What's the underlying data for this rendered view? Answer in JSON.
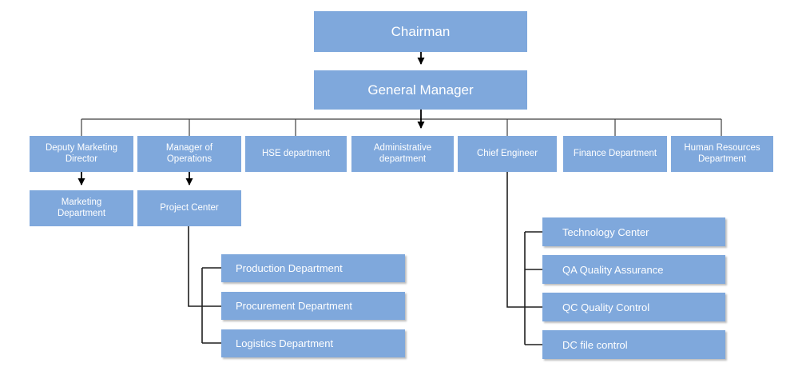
{
  "nodes": {
    "chairman": {
      "label": "Chairman"
    },
    "general_manager": {
      "label": "General Manager"
    },
    "deputy_marketing_director": {
      "label": "Deputy Marketing\nDirector"
    },
    "manager_of_operations": {
      "label": "Manager of\nOperations"
    },
    "hse_department": {
      "label": "HSE department"
    },
    "administrative_department": {
      "label": "Administrative\ndepartment"
    },
    "chief_engineer": {
      "label": "Chief Engineer"
    },
    "finance_department": {
      "label": "Finance Department"
    },
    "human_resources_department": {
      "label": "Human Resources\nDepartment"
    },
    "marketing_department": {
      "label": "Marketing\nDepartment"
    },
    "project_center": {
      "label": "Project Center"
    },
    "production_department": {
      "label": "Production Department"
    },
    "procurement_department": {
      "label": "Procurement Department"
    },
    "logistics_department": {
      "label": "Logistics Department"
    },
    "technology_center": {
      "label": "Technology Center"
    },
    "qa_quality_assurance": {
      "label": "QA Quality Assurance"
    },
    "qc_quality_control": {
      "label": "QC Quality Control"
    },
    "dc_file_control": {
      "label": "DC file control"
    }
  },
  "hierarchy": {
    "edges": [
      {
        "from": "chairman",
        "to": "general_manager",
        "style": "arrow"
      },
      {
        "from": "general_manager",
        "to": "deputy_marketing_director",
        "style": "line"
      },
      {
        "from": "general_manager",
        "to": "manager_of_operations",
        "style": "line"
      },
      {
        "from": "general_manager",
        "to": "hse_department",
        "style": "line"
      },
      {
        "from": "general_manager",
        "to": "administrative_department",
        "style": "arrow"
      },
      {
        "from": "general_manager",
        "to": "chief_engineer",
        "style": "line"
      },
      {
        "from": "general_manager",
        "to": "finance_department",
        "style": "line"
      },
      {
        "from": "general_manager",
        "to": "human_resources_department",
        "style": "line"
      },
      {
        "from": "deputy_marketing_director",
        "to": "marketing_department",
        "style": "arrow"
      },
      {
        "from": "manager_of_operations",
        "to": "project_center",
        "style": "arrow"
      },
      {
        "from": "project_center",
        "to": "production_department",
        "style": "line"
      },
      {
        "from": "project_center",
        "to": "procurement_department",
        "style": "line"
      },
      {
        "from": "project_center",
        "to": "logistics_department",
        "style": "line"
      },
      {
        "from": "chief_engineer",
        "to": "technology_center",
        "style": "line"
      },
      {
        "from": "chief_engineer",
        "to": "qa_quality_assurance",
        "style": "line"
      },
      {
        "from": "chief_engineer",
        "to": "qc_quality_control",
        "style": "line"
      },
      {
        "from": "chief_engineer",
        "to": "dc_file_control",
        "style": "line"
      }
    ]
  },
  "colors": {
    "node_fill": "#7FA8DC",
    "node_text": "#FFFFFF",
    "tree_line": "#3F3F3F",
    "arrow": "#000000",
    "leaf_shadow": "#6E6E6E",
    "background": "#FFFFFF"
  }
}
